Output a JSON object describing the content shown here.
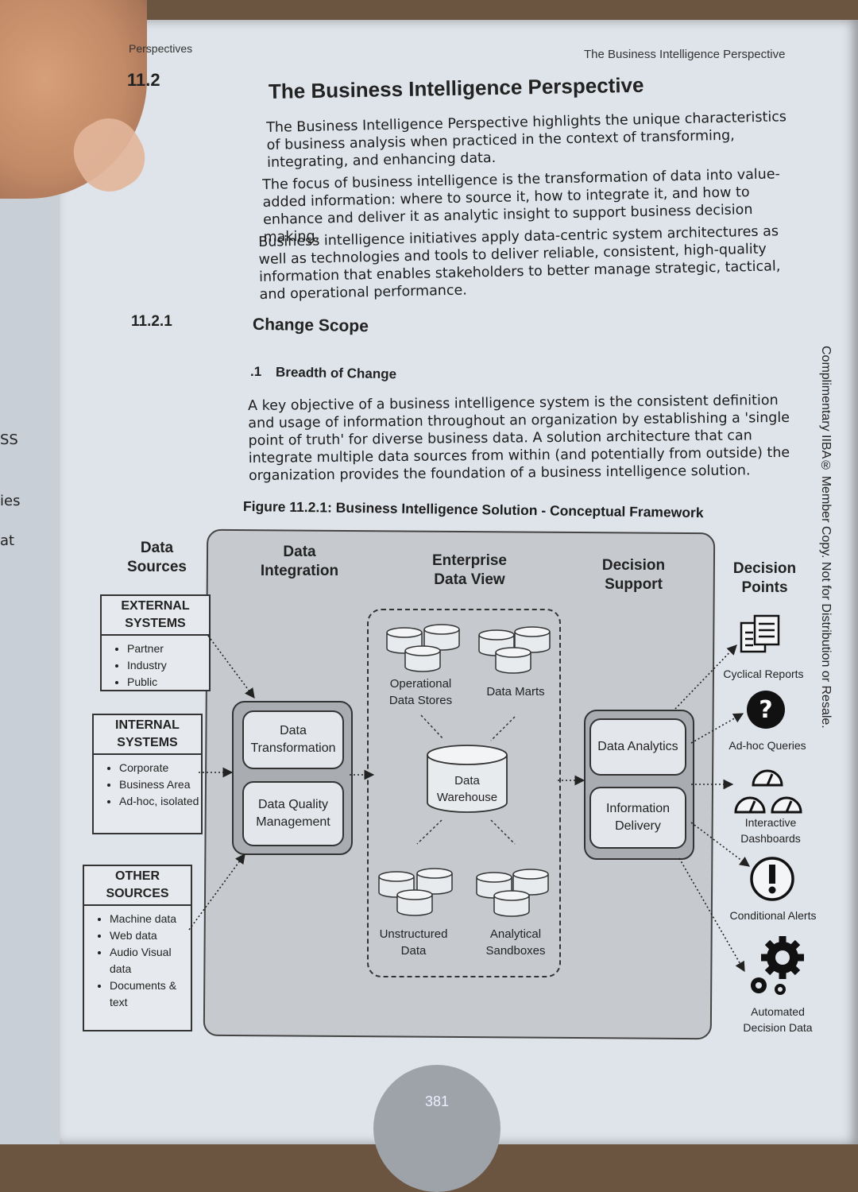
{
  "left_page": {
    "fragments": [
      "SS",
      "ies",
      "at"
    ]
  },
  "header": {
    "left": "Perspectives",
    "right": "The Business Intelligence Perspective"
  },
  "section": {
    "number": "11.2",
    "title": "The Business Intelligence Perspective",
    "paragraphs": [
      "The Business Intelligence Perspective highlights the unique characteristics of business analysis when practiced in the context of transforming, integrating, and enhancing data.",
      "The focus of business intelligence is the transformation of data into value-added information: where to source it, how to integrate it, and how to enhance and deliver it as analytic insight to support business decision making.",
      "Business intelligence initiatives apply data-centric system architectures as well as technologies and tools to deliver reliable, consistent, high-quality information that enables stakeholders to better manage strategic, tactical, and operational performance."
    ]
  },
  "subsection": {
    "number": "11.2.1",
    "title": "Change Scope",
    "sub_number": ".1",
    "sub_title": "Breadth of Change",
    "paragraph": "A key objective of a business intelligence system is the consistent definition and usage of information throughout an organization by establishing a 'single point of truth' for diverse business data. A solution architecture that can integrate multiple data sources from within (and potentially from outside) the organization provides the foundation of a business intelligence solution."
  },
  "figure": {
    "caption": "Figure 11.2.1: Business Intelligence Solution - Conceptual Framework",
    "columns": {
      "data_sources": "Data Sources",
      "data_integration": "Data Integration",
      "enterprise_data_view": "Enterprise Data View",
      "decision_support": "Decision Support",
      "decision_points": "Decision Points"
    },
    "sources": [
      {
        "title": "EXTERNAL SYSTEMS",
        "items": [
          "Partner",
          "Industry",
          "Public"
        ]
      },
      {
        "title": "INTERNAL SYSTEMS",
        "items": [
          "Corporate",
          "Business Area",
          "Ad-hoc, isolated"
        ]
      },
      {
        "title": "OTHER SOURCES",
        "items": [
          "Machine data",
          "Web data",
          "Audio Visual data",
          "Documents & text"
        ]
      }
    ],
    "integration": [
      "Data Transformation",
      "Data Quality Management"
    ],
    "enterprise": {
      "operational_data_stores": "Operational Data Stores",
      "data_marts": "Data Marts",
      "data_warehouse": "Data Warehouse",
      "unstructured_data": "Unstructured Data",
      "analytical_sandboxes": "Analytical Sandboxes"
    },
    "decision_support": [
      "Data Analytics",
      "Information Delivery"
    ],
    "decision_points": [
      {
        "label": "Cyclical Reports",
        "icon": "reports-icon"
      },
      {
        "label": "Ad-hoc Queries",
        "icon": "question-icon"
      },
      {
        "label": "Interactive Dashboards",
        "icon": "gauge-icon"
      },
      {
        "label": "Conditional Alerts",
        "icon": "alert-icon"
      },
      {
        "label": "Automated Decision Data",
        "icon": "gear-icon"
      }
    ]
  },
  "side_note": "Complimentary IIBA® Member Copy. Not for Distribution or Resale.",
  "page_number": "381"
}
